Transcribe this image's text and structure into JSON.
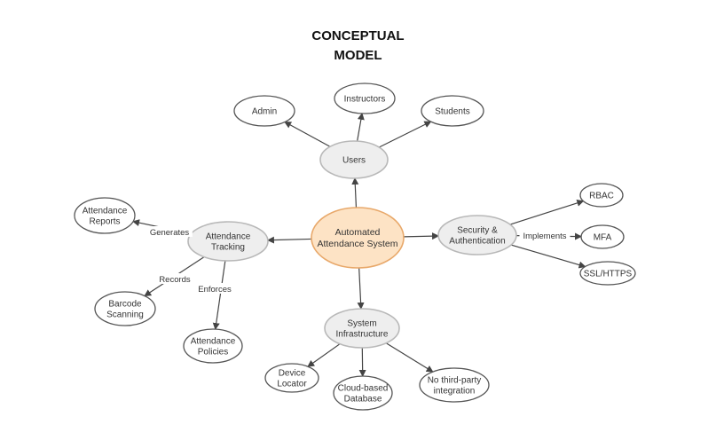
{
  "title": {
    "line1": "CONCEPTUAL",
    "line2": "MODEL"
  },
  "nodes": {
    "center": "Automated|Attendance System",
    "users": "Users",
    "admin": "Admin",
    "instructors": "Instructors",
    "students": "Students",
    "attendance_tracking": "Attendance|Tracking",
    "attendance_reports": "Attendance|Reports",
    "barcode_scanning": "Barcode|Scanning",
    "attendance_policies": "Attendance|Policies",
    "security": "Security &|Authentication",
    "rbac": "RBAC",
    "mfa": "MFA",
    "ssl": "SSL/HTTPS",
    "system_infrastructure": "System|Infrastructure",
    "device_locator": "Device|Locator",
    "cloud_database": "Cloud-based|Database",
    "no_third_party": "No third-party|integration"
  },
  "edge_labels": {
    "generates": "Generates",
    "records": "Records",
    "enforces": "Enforces",
    "implements": "Implements"
  },
  "colors": {
    "center_fill": "#fde3c5",
    "center_stroke": "#e8a86a",
    "secondary_fill": "#eeeeee",
    "secondary_stroke": "#b8b8b8",
    "leaf_fill": "#ffffff",
    "leaf_stroke": "#555555",
    "edge": "#444444"
  }
}
